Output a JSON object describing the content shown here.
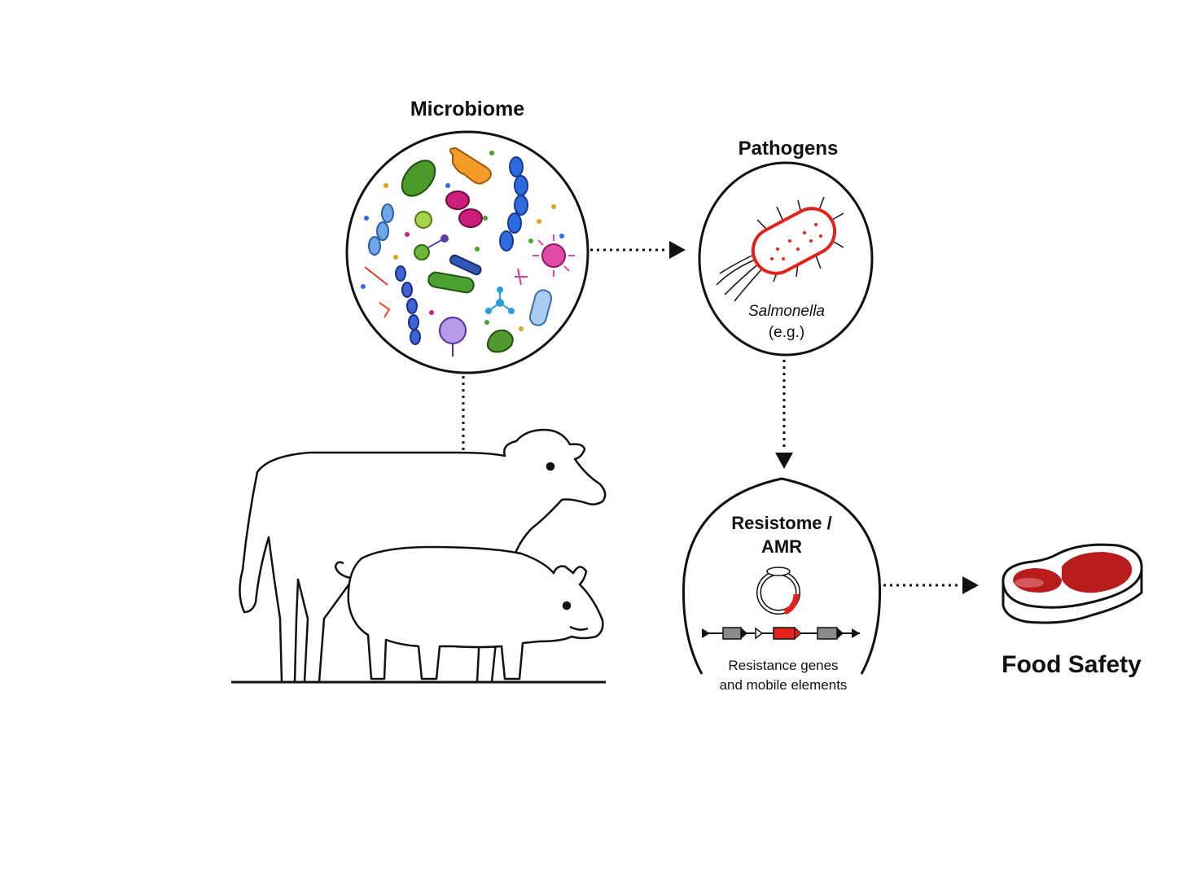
{
  "labels": {
    "microbiome": "Microbiome",
    "pathogens": "Pathogens",
    "pathogen_example_name": "Salmonella",
    "pathogen_example_note": "(e.g.)",
    "resistome_line1": "Resistome /",
    "resistome_line2": "AMR",
    "resistome_caption_line1": "Resistance genes",
    "resistome_caption_line2": "and mobile elements",
    "food_safety": "Food Safety"
  },
  "colors": {
    "line": "#111111",
    "salmonella": "#e0241b",
    "gene_highlight": "#e0241b",
    "gene_gray": "#8a8a8a",
    "meat": "#b81c1c"
  },
  "icons": [
    "microbe-cluster-icon",
    "salmonella-bacterium-icon",
    "plasmid-icon",
    "gene-cassette-icon",
    "cow-icon",
    "pig-icon",
    "meat-steak-icon"
  ]
}
